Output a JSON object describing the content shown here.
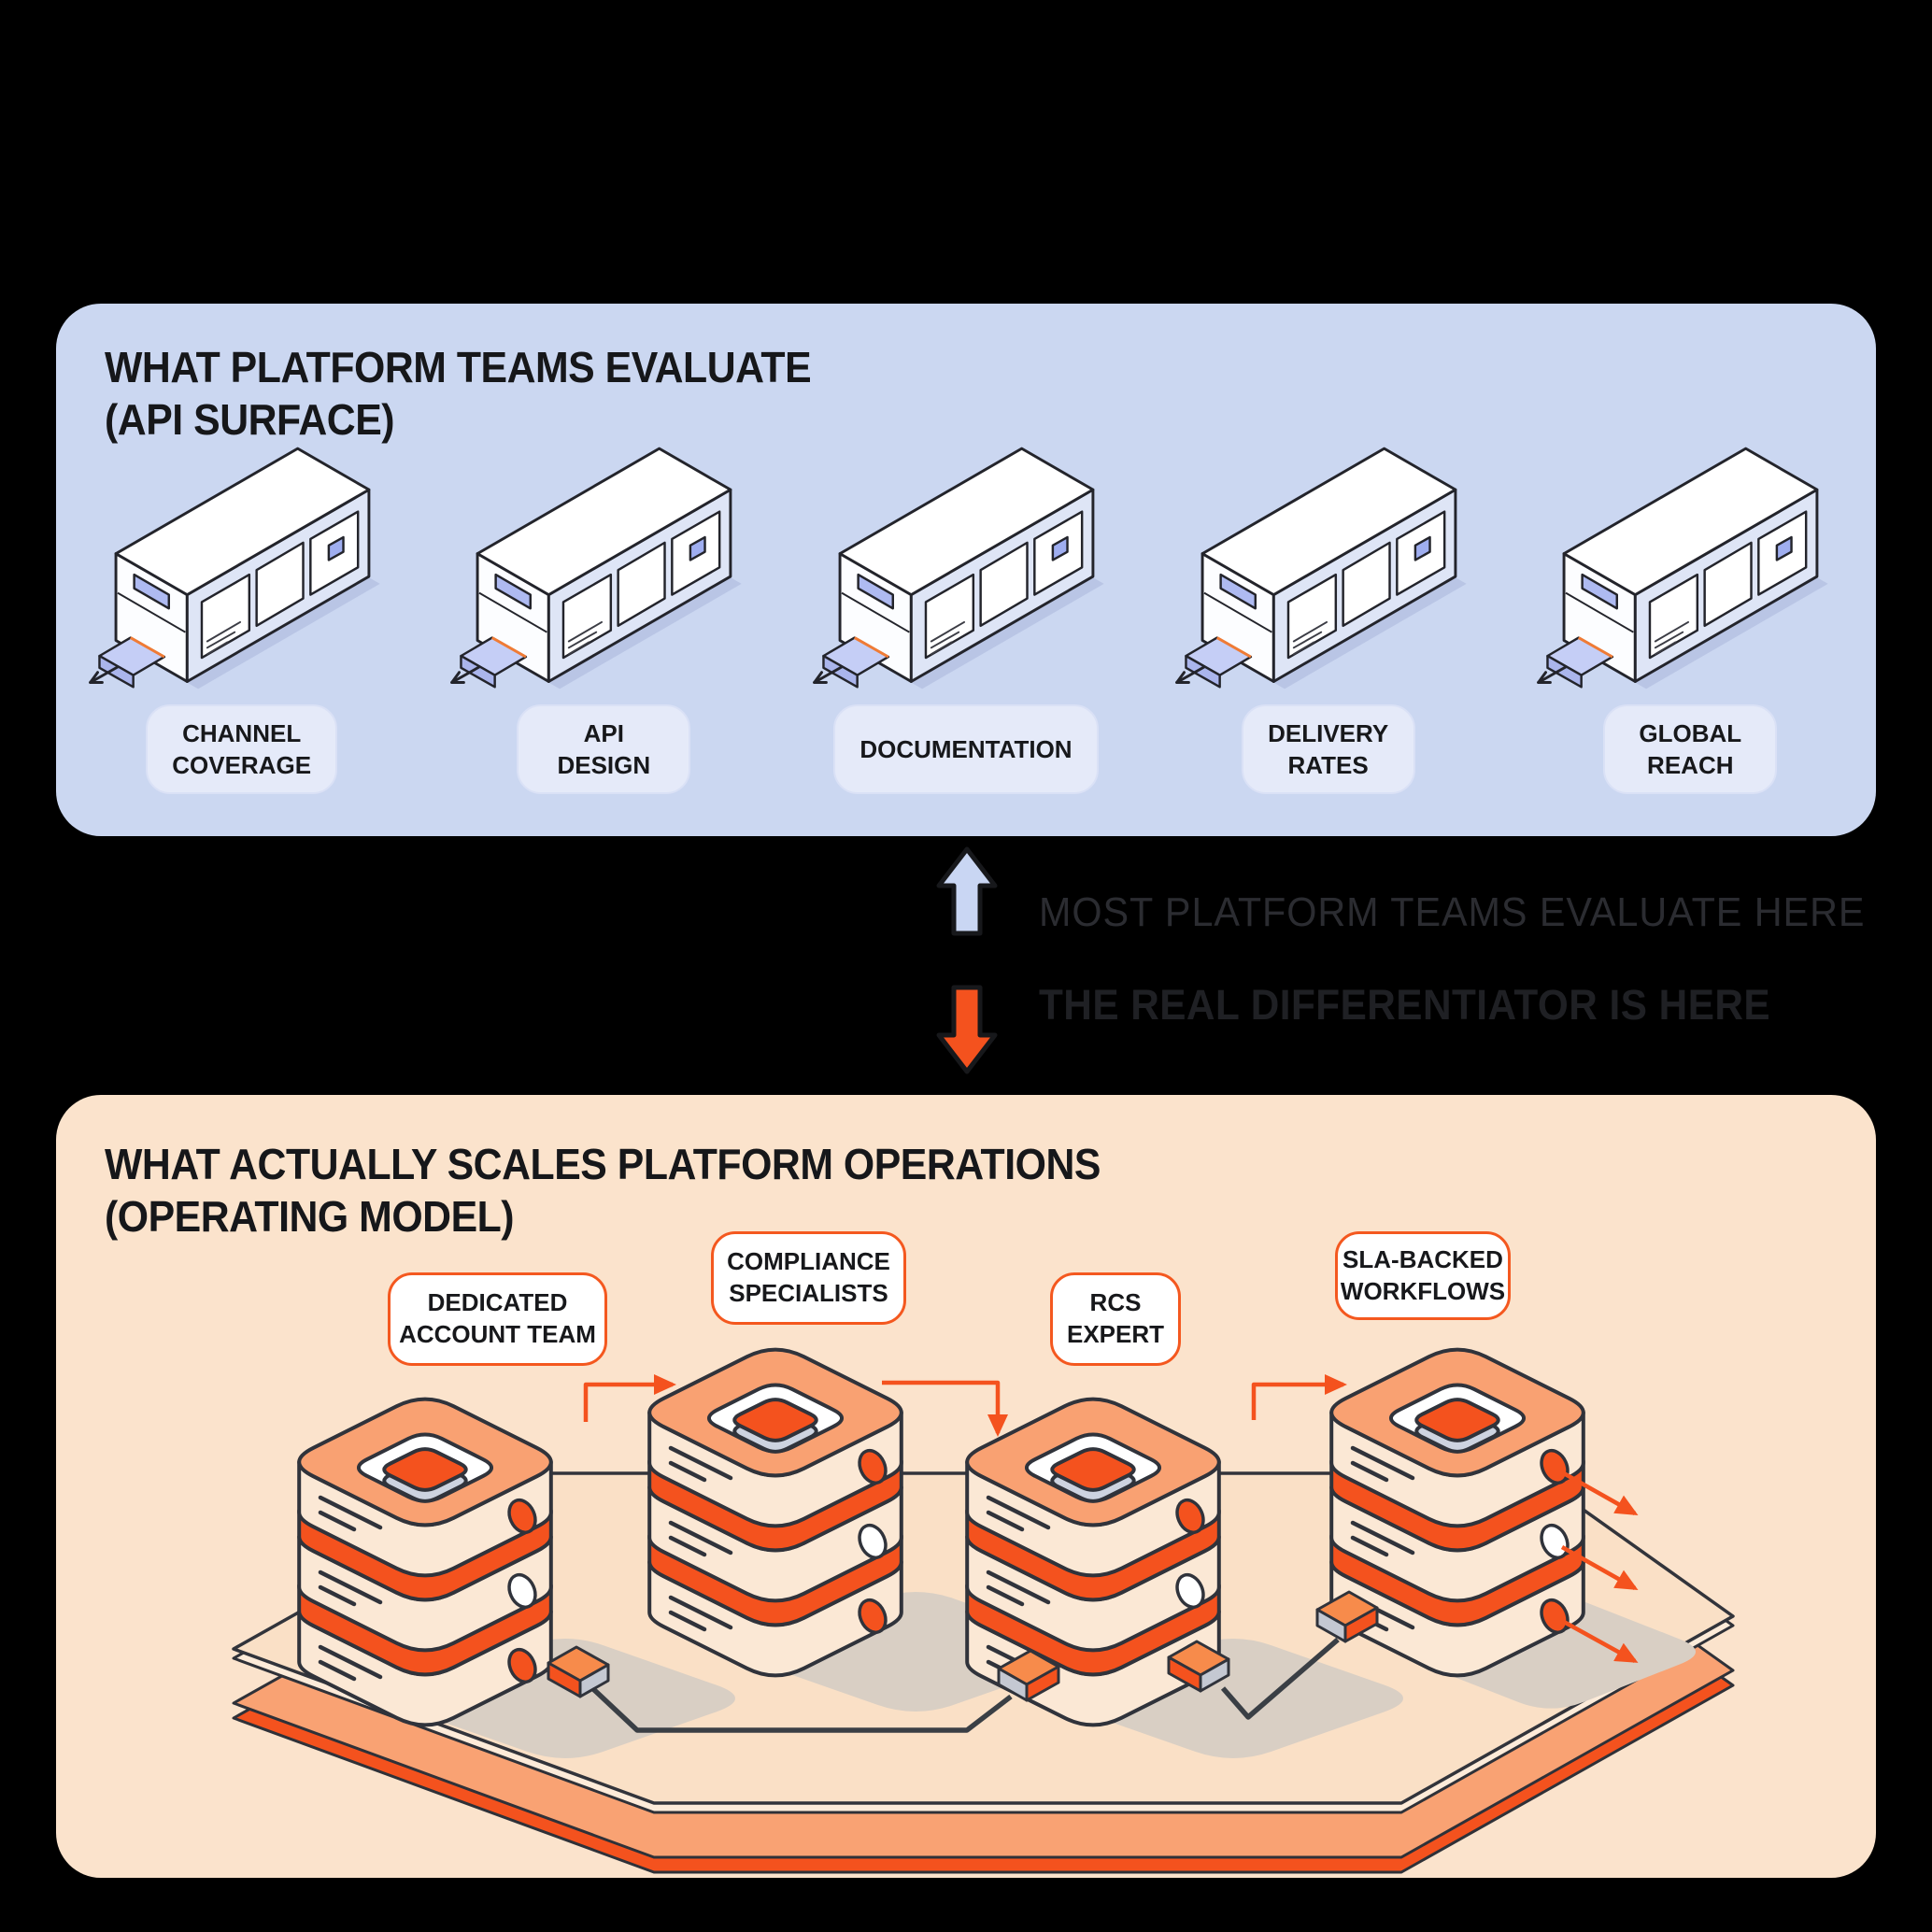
{
  "top_panel": {
    "title": "WHAT PLATFORM TEAMS EVALUATE\n(API SURFACE)",
    "items": [
      "CHANNEL\nCOVERAGE",
      "API\nDESIGN",
      "DOCUMENTATION",
      "DELIVERY\nRATES",
      "GLOBAL\nREACH"
    ]
  },
  "middle": {
    "up_caption": "MOST PLATFORM TEAMS EVALUATE HERE",
    "down_caption": "THE REAL DIFFERENTIATOR IS HERE"
  },
  "bottom_panel": {
    "title": "WHAT ACTUALLY SCALES PLATFORM OPERATIONS\n(OPERATING MODEL)",
    "labels": [
      "DEDICATED\nACCOUNT TEAM",
      "COMPLIANCE\nSPECIALISTS",
      "RCS\nEXPERT",
      "SLA-BACKED\nWORKFLOWS"
    ]
  },
  "colors": {
    "accent_orange": "#F4521E",
    "panel_blue": "#CBD7F1",
    "panel_peach": "#FBE3CC",
    "arrow_blue": "#C9D6F3",
    "outline_dark": "#30333B"
  }
}
